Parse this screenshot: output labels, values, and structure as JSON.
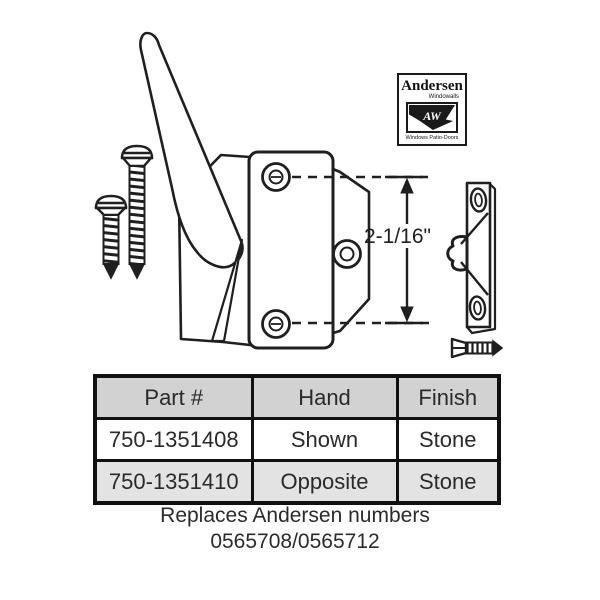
{
  "drawing": {
    "dimension_label": "2-1/16\""
  },
  "logo": {
    "brand": "Andersen",
    "sub_brand": "Windowalls",
    "monogram": "AW",
    "tagline": "Windows Patio-Doors"
  },
  "table": {
    "headers": [
      "Part #",
      "Hand",
      "Finish"
    ],
    "rows": [
      [
        "750-1351408",
        "Shown",
        "Stone"
      ],
      [
        "750-1351410",
        "Opposite",
        "Stone"
      ]
    ]
  },
  "caption": {
    "line1": "Replaces Andersen numbers",
    "line2": "0565708/0565712"
  },
  "colors": {
    "line": "#1f1f1f",
    "table_border": "#111111",
    "table_header_bg": "#d2d2d2",
    "table_row_alt_bg": "#e3e3e3",
    "background": "#ffffff"
  }
}
